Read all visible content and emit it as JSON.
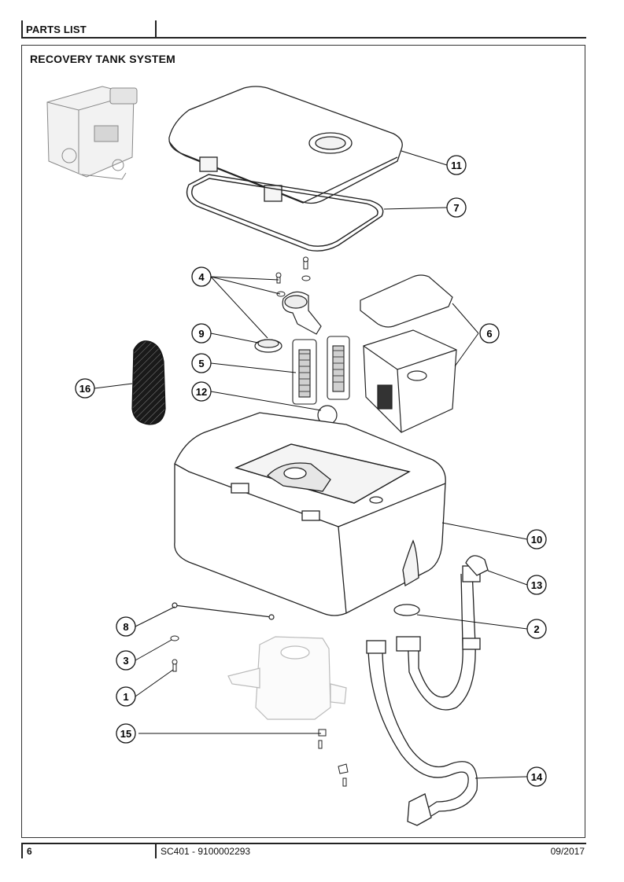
{
  "header": {
    "title": "PARTS LIST"
  },
  "section": {
    "title": "RECOVERY TANK SYSTEM"
  },
  "callouts": [
    "1",
    "2",
    "3",
    "4",
    "5",
    "6",
    "7",
    "8",
    "9",
    "10",
    "11",
    "12",
    "13",
    "14",
    "15",
    "16"
  ],
  "footer": {
    "page": "6",
    "doc": "SC401 - 9100002293",
    "date": "09/2017"
  },
  "icons": {
    "machine": "machine-overview-icon",
    "cover": "tank-cover-icon",
    "gasket": "cover-gasket-icon",
    "tank": "recovery-tank-icon",
    "filter": "filter-basket-icon",
    "hose": "drain-hose-icon"
  }
}
